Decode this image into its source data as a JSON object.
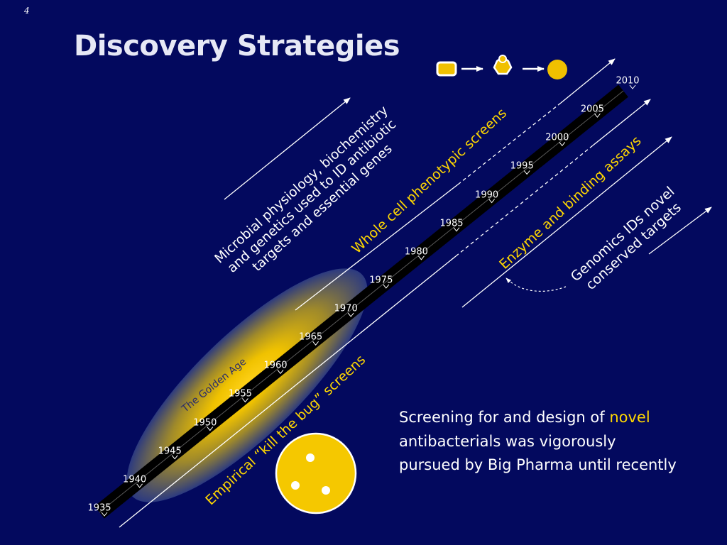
{
  "page_number": "4",
  "title": "Discovery Strategies",
  "labels": {
    "microbial": [
      "Microbial physiology, biochemistry",
      "and genetics used to ID antibiotic",
      "targets and essential genes"
    ],
    "whole_cell": "Whole cell phenotypic screens",
    "enzyme": "Enzyme and binding assays",
    "genomics": [
      "Genomics IDs novel",
      "conserved targets"
    ],
    "empirical": "Empirical “kill the bug” screens",
    "golden_age": "The Golden Age"
  },
  "timeline_years": [
    "1935",
    "1940",
    "1945",
    "1950",
    "1955",
    "1960",
    "1965",
    "1970",
    "1975",
    "1980",
    "1985",
    "1990",
    "1995",
    "2000",
    "2005",
    "2010"
  ],
  "note": {
    "line1_pre": "Screening for and design of ",
    "line1_highlight": "novel",
    "line2": "antibacterials  was vigorously",
    "line3": "pursued by Big Pharma until recently"
  },
  "colors": {
    "background": "#03095e",
    "highlight": "#ffd700",
    "golden_glow": "#f5c400",
    "text": "#ffffff"
  },
  "icons": [
    "target-rectangle-icon",
    "arrow-right-icon",
    "molecule-icon",
    "arrow-right-icon",
    "cell-circle-icon",
    "petri-dish-icon"
  ]
}
